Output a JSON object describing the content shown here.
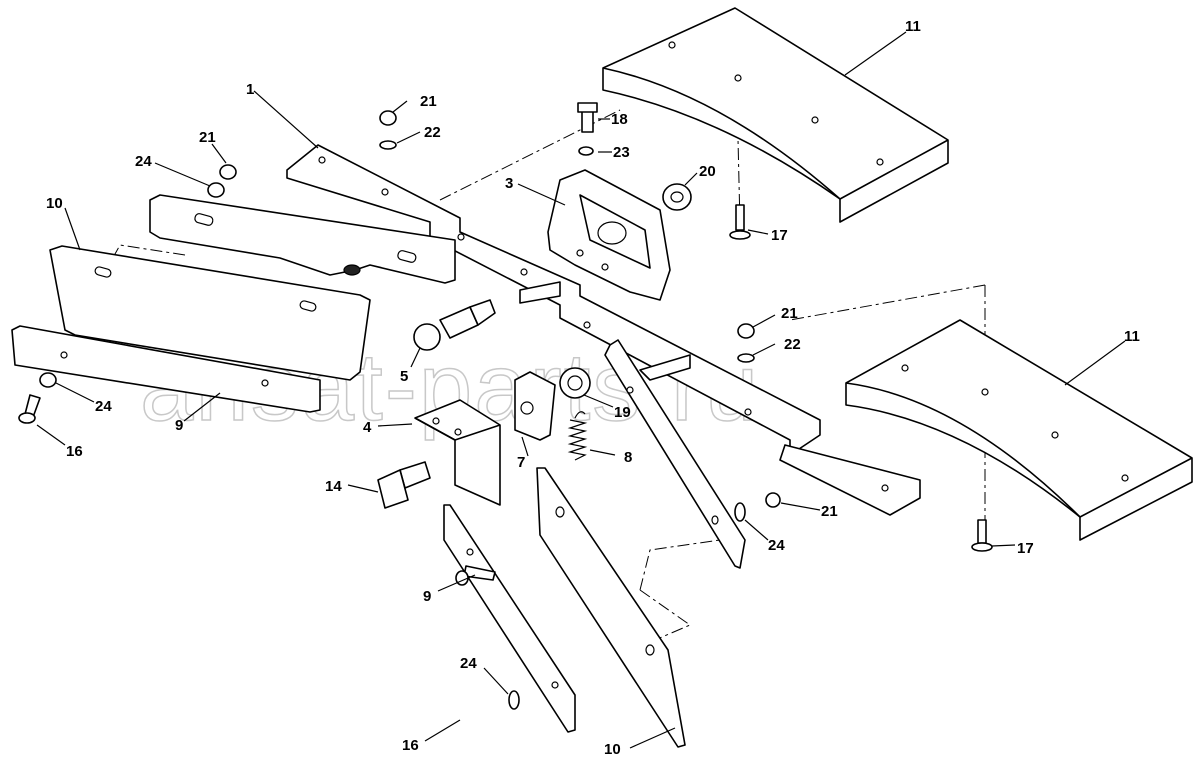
{
  "watermark": "ansat-parts.ru",
  "callouts": {
    "c1": "1",
    "c3": "3",
    "c4": "4",
    "c5": "5",
    "c7": "7",
    "c8": "8",
    "c9a": "9",
    "c9b": "9",
    "c10a": "10",
    "c10b": "10",
    "c11a": "11",
    "c11b": "11",
    "c14": "14",
    "c16a": "16",
    "c16b": "16",
    "c17a": "17",
    "c17b": "17",
    "c18": "18",
    "c19": "19",
    "c20": "20",
    "c21a": "21",
    "c21b": "21",
    "c21c": "21",
    "c21d": "21",
    "c22a": "22",
    "c22b": "22",
    "c23": "23",
    "c24a": "24",
    "c24b": "24",
    "c24c": "24",
    "c24d": "24"
  }
}
